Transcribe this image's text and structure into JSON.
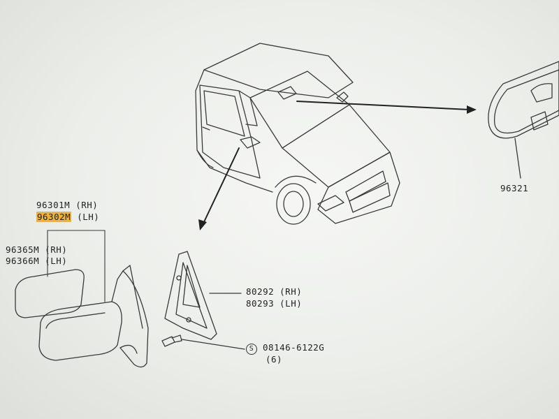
{
  "labels": {
    "mirror_rh_part": "96301M",
    "mirror_rh_side": "(RH)",
    "mirror_lh_part": "96302M",
    "mirror_lh_side": "(LH)",
    "glass_rh": "96365M (RH)",
    "glass_lh": "96366M (LH)",
    "cover_rh": "80292 (RH)",
    "cover_lh": "80293 (LH)",
    "screw_symbol": "S",
    "screw_part": "08146-6122G",
    "screw_qty": "(6)",
    "inner_mirror": "96321"
  },
  "colors": {
    "background": "#eceeea",
    "line": "#333333",
    "highlight": "#f2b233"
  }
}
